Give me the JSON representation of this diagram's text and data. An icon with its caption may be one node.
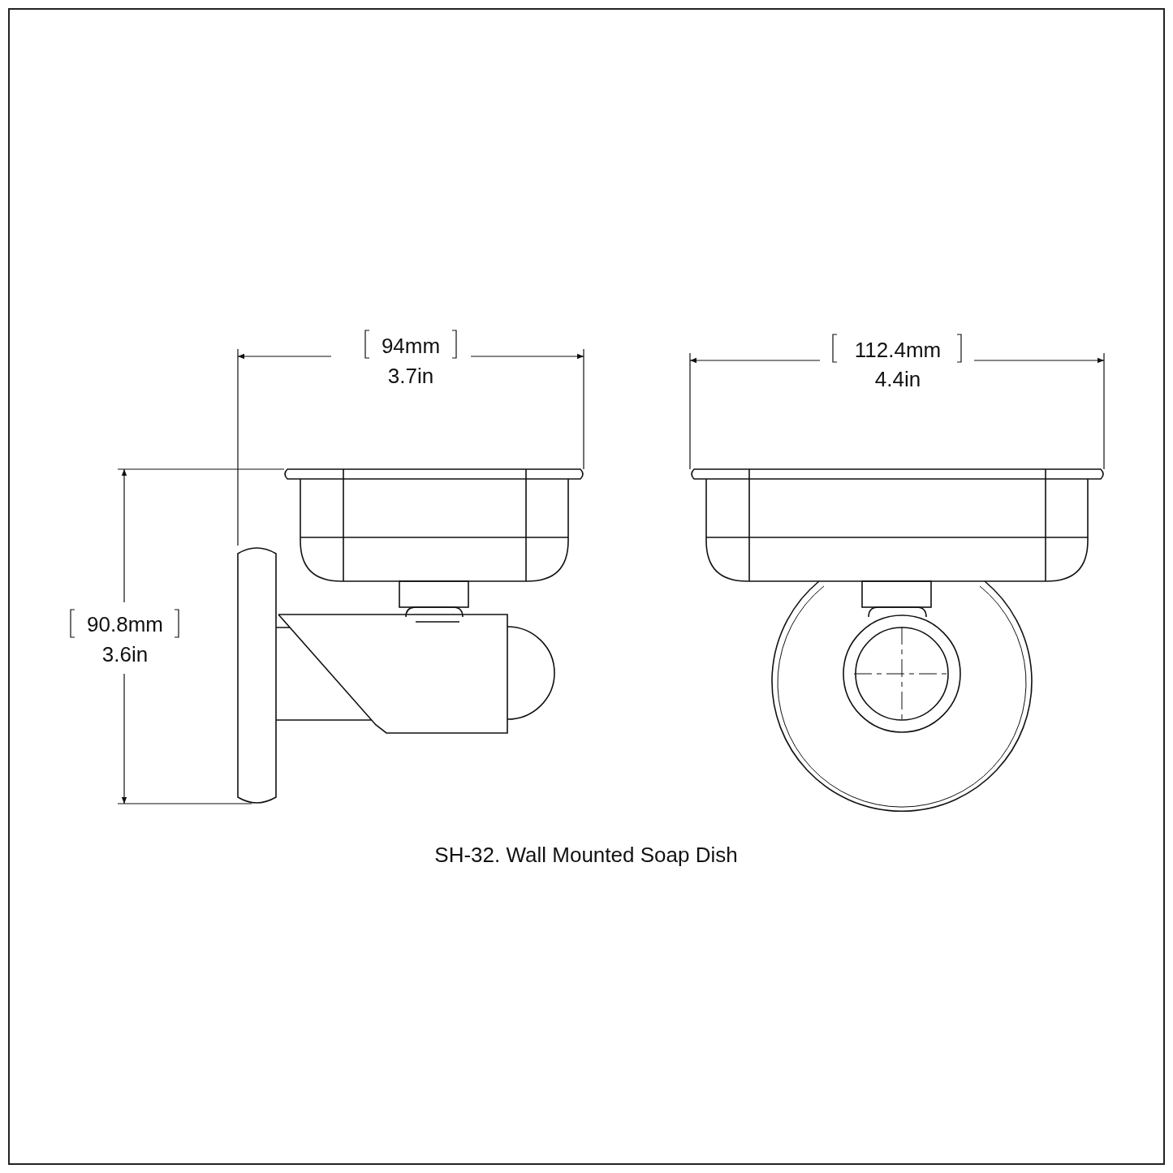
{
  "diagram": {
    "caption": "SH-32. Wall Mounted Soap Dish",
    "labels": [
      "94mm",
      "3.7in",
      "112.4mm",
      "4.4in",
      "90.8mm",
      "3.6in"
    ]
  }
}
